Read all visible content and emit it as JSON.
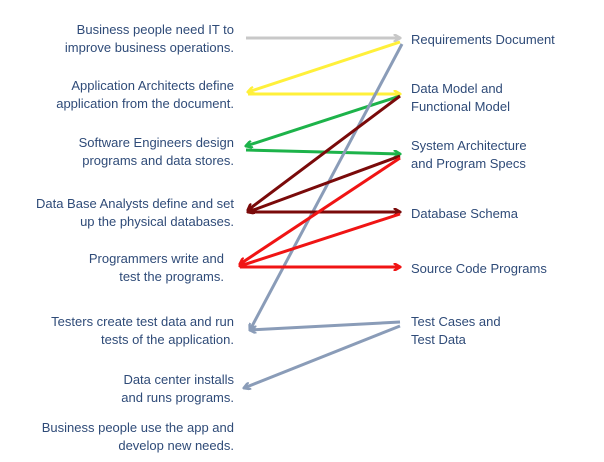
{
  "left_steps": [
    {
      "lines": [
        "Business people need IT to",
        "improve business operations."
      ]
    },
    {
      "lines": [
        "Application Architects define",
        "application from the document."
      ]
    },
    {
      "lines": [
        "Software Engineers design",
        "programs and data stores."
      ]
    },
    {
      "lines": [
        "Data Base Analysts define and set",
        "up the physical databases."
      ]
    },
    {
      "lines": [
        "Programmers write and",
        "test the programs."
      ]
    },
    {
      "lines": [
        "Testers create test data and run",
        "tests of the application."
      ]
    },
    {
      "lines": [
        "Data center installs",
        "and runs programs."
      ]
    },
    {
      "lines": [
        "Business people use the app and",
        "develop new needs."
      ]
    }
  ],
  "right_artifacts": [
    {
      "lines": [
        "Requirements Document"
      ]
    },
    {
      "lines": [
        "Data Model and",
        "Functional Model"
      ]
    },
    {
      "lines": [
        "System Architecture",
        "and Program Specs"
      ]
    },
    {
      "lines": [
        "Database Schema"
      ]
    },
    {
      "lines": [
        "Source Code Programs"
      ]
    },
    {
      "lines": [
        "Test Cases and",
        "Test Data"
      ]
    }
  ],
  "arrow_colors": {
    "requirements": "#c8c8c8",
    "architects": "#fff03a",
    "engineers": "#1db34a",
    "dba": "#7a0a0a",
    "programmers": "#f01414",
    "testing": "#8a9cb8"
  }
}
